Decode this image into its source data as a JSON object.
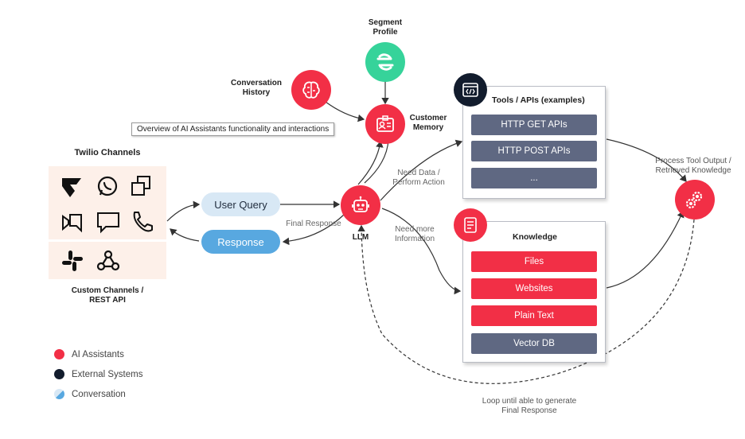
{
  "segment": {
    "label": "Segment\nProfile"
  },
  "conversation_history": {
    "label": "Conversation\nHistory"
  },
  "customer_memory": {
    "label": "Customer\nMemory"
  },
  "tooltip": {
    "text": "Overview of AI Assistants functionality and interactions"
  },
  "twilio_channels": {
    "label": "Twilio Channels"
  },
  "custom_channels": {
    "label": "Custom Channels /\nREST API"
  },
  "user_query": {
    "label": "User Query"
  },
  "response": {
    "label": "Response"
  },
  "final_response": {
    "label": "Final Response"
  },
  "llm": {
    "label": "LLM"
  },
  "need_data": {
    "label": "Need Data /\nPerform Action"
  },
  "need_info": {
    "label": "Need more\nInformation"
  },
  "tools": {
    "title": "Tools / APIs (examples)",
    "items": [
      "HTTP GET APIs",
      "HTTP POST APIs",
      "..."
    ]
  },
  "knowledge": {
    "title": "Knowledge",
    "items": [
      "Files",
      "Websites",
      "Plain Text",
      "Vector DB"
    ]
  },
  "process_tool": {
    "label": "Process Tool Output /\nRetrieved Knowledge"
  },
  "loop": {
    "label": "Loop until able to generate\nFinal Response"
  },
  "legend": [
    {
      "label": "AI Assistants",
      "color": "#f22f46"
    },
    {
      "label": "External Systems",
      "color": "#121c2d"
    },
    {
      "label": "Conversation",
      "color": "#9fd3f0"
    }
  ],
  "colors": {
    "red": "#f22f46",
    "dark": "#121c2d",
    "green": "#36d39a",
    "gray": "#5f6882",
    "query": "#d8e8f5",
    "response": "#58a8e0",
    "channel_bg": "#fdf0e9"
  }
}
